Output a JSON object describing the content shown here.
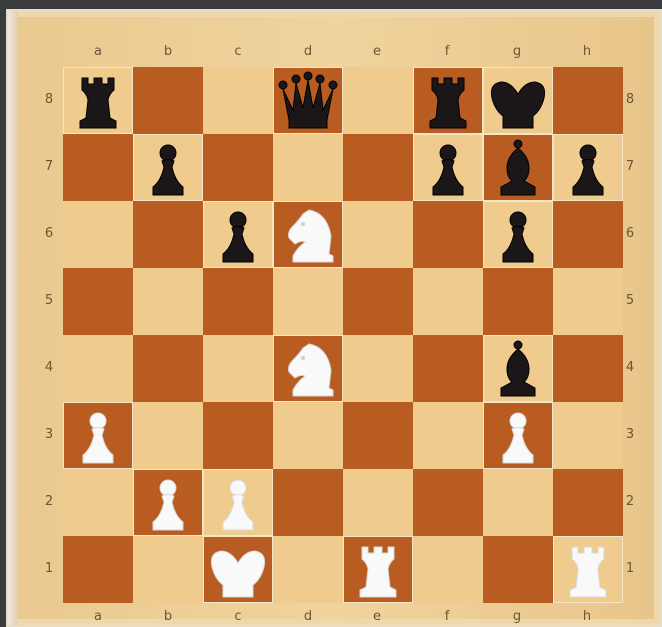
{
  "board": {
    "files_top": [
      "a",
      "b",
      "c",
      "d",
      "e",
      "f",
      "g",
      "h"
    ],
    "files_bottom": [
      "a",
      "b",
      "c",
      "d",
      "e",
      "f",
      "g",
      "h"
    ],
    "ranks_left": [
      "8",
      "7",
      "6",
      "5",
      "4",
      "3",
      "2",
      "1"
    ],
    "ranks_right": [
      "8",
      "7",
      "6",
      "5",
      "4",
      "3",
      "2",
      "1"
    ],
    "light_color": "#f0cb8e",
    "dark_color": "#b85c22",
    "frame_color": "#efd29b"
  },
  "pieces": [
    {
      "square": "a8",
      "color": "black",
      "type": "rook"
    },
    {
      "square": "d8",
      "color": "black",
      "type": "queen"
    },
    {
      "square": "f8",
      "color": "black",
      "type": "rook"
    },
    {
      "square": "g8",
      "color": "black",
      "type": "king"
    },
    {
      "square": "b7",
      "color": "black",
      "type": "pawn"
    },
    {
      "square": "f7",
      "color": "black",
      "type": "pawn"
    },
    {
      "square": "g7",
      "color": "black",
      "type": "bishop"
    },
    {
      "square": "h7",
      "color": "black",
      "type": "pawn"
    },
    {
      "square": "c6",
      "color": "black",
      "type": "pawn"
    },
    {
      "square": "d6",
      "color": "white",
      "type": "knight"
    },
    {
      "square": "g6",
      "color": "black",
      "type": "pawn"
    },
    {
      "square": "d4",
      "color": "white",
      "type": "knight"
    },
    {
      "square": "g4",
      "color": "black",
      "type": "bishop"
    },
    {
      "square": "a3",
      "color": "white",
      "type": "pawn"
    },
    {
      "square": "g3",
      "color": "white",
      "type": "pawn"
    },
    {
      "square": "b2",
      "color": "white",
      "type": "pawn"
    },
    {
      "square": "c2",
      "color": "white",
      "type": "pawn"
    },
    {
      "square": "c1",
      "color": "white",
      "type": "king"
    },
    {
      "square": "e1",
      "color": "white",
      "type": "rook"
    },
    {
      "square": "h1",
      "color": "white",
      "type": "rook"
    }
  ]
}
